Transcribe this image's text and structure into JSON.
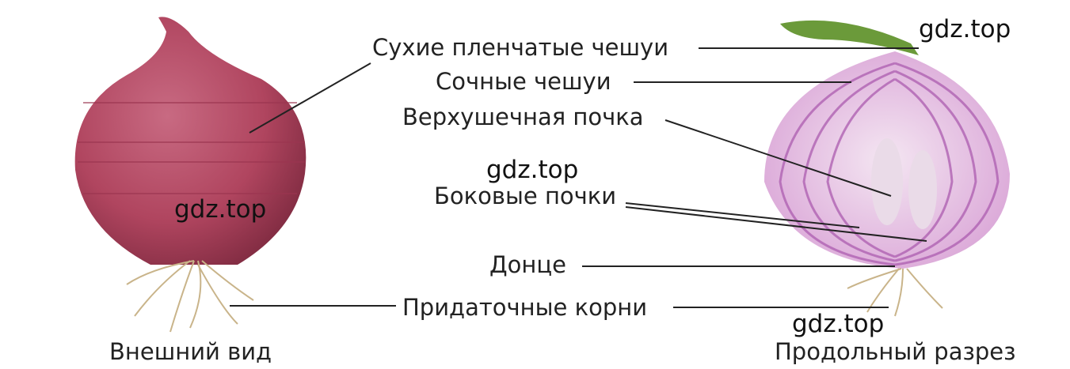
{
  "labels": {
    "dry_scales": "Сухие пленчатые чешуи",
    "juicy_scales": "Сочные чешуи",
    "apical_bud": "Верхушечная почка",
    "lateral_buds": "Боковые почки",
    "bottom": "Донце",
    "adventitious_roots": "Придаточные корни"
  },
  "captions": {
    "external": "Внешний вид",
    "section": "Продольный разрез"
  },
  "watermarks": [
    "gdz.top",
    "gdz.top",
    "gdz.top",
    "gdz.top"
  ],
  "colors": {
    "onion_outer": "#b0455f",
    "onion_section": "#d9a3d6",
    "stem": "#6b9a3a",
    "roots": "#c9b48a"
  }
}
